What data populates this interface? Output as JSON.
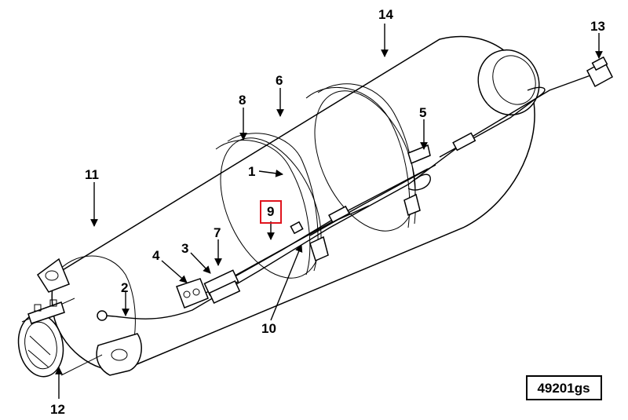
{
  "diagram": {
    "figure_id": "49201gs",
    "highlight_color": "#e0141e",
    "callouts": [
      {
        "id": "c1",
        "text": "1"
      },
      {
        "id": "c2",
        "text": "2"
      },
      {
        "id": "c3",
        "text": "3"
      },
      {
        "id": "c4",
        "text": "4"
      },
      {
        "id": "c5",
        "text": "5"
      },
      {
        "id": "c6",
        "text": "6"
      },
      {
        "id": "c7",
        "text": "7"
      },
      {
        "id": "c8",
        "text": "8"
      },
      {
        "id": "c9",
        "text": "9"
      },
      {
        "id": "c10",
        "text": "10"
      },
      {
        "id": "c11",
        "text": "11"
      },
      {
        "id": "c12",
        "text": "12"
      },
      {
        "id": "c13",
        "text": "13"
      },
      {
        "id": "c14",
        "text": "14"
      }
    ]
  }
}
